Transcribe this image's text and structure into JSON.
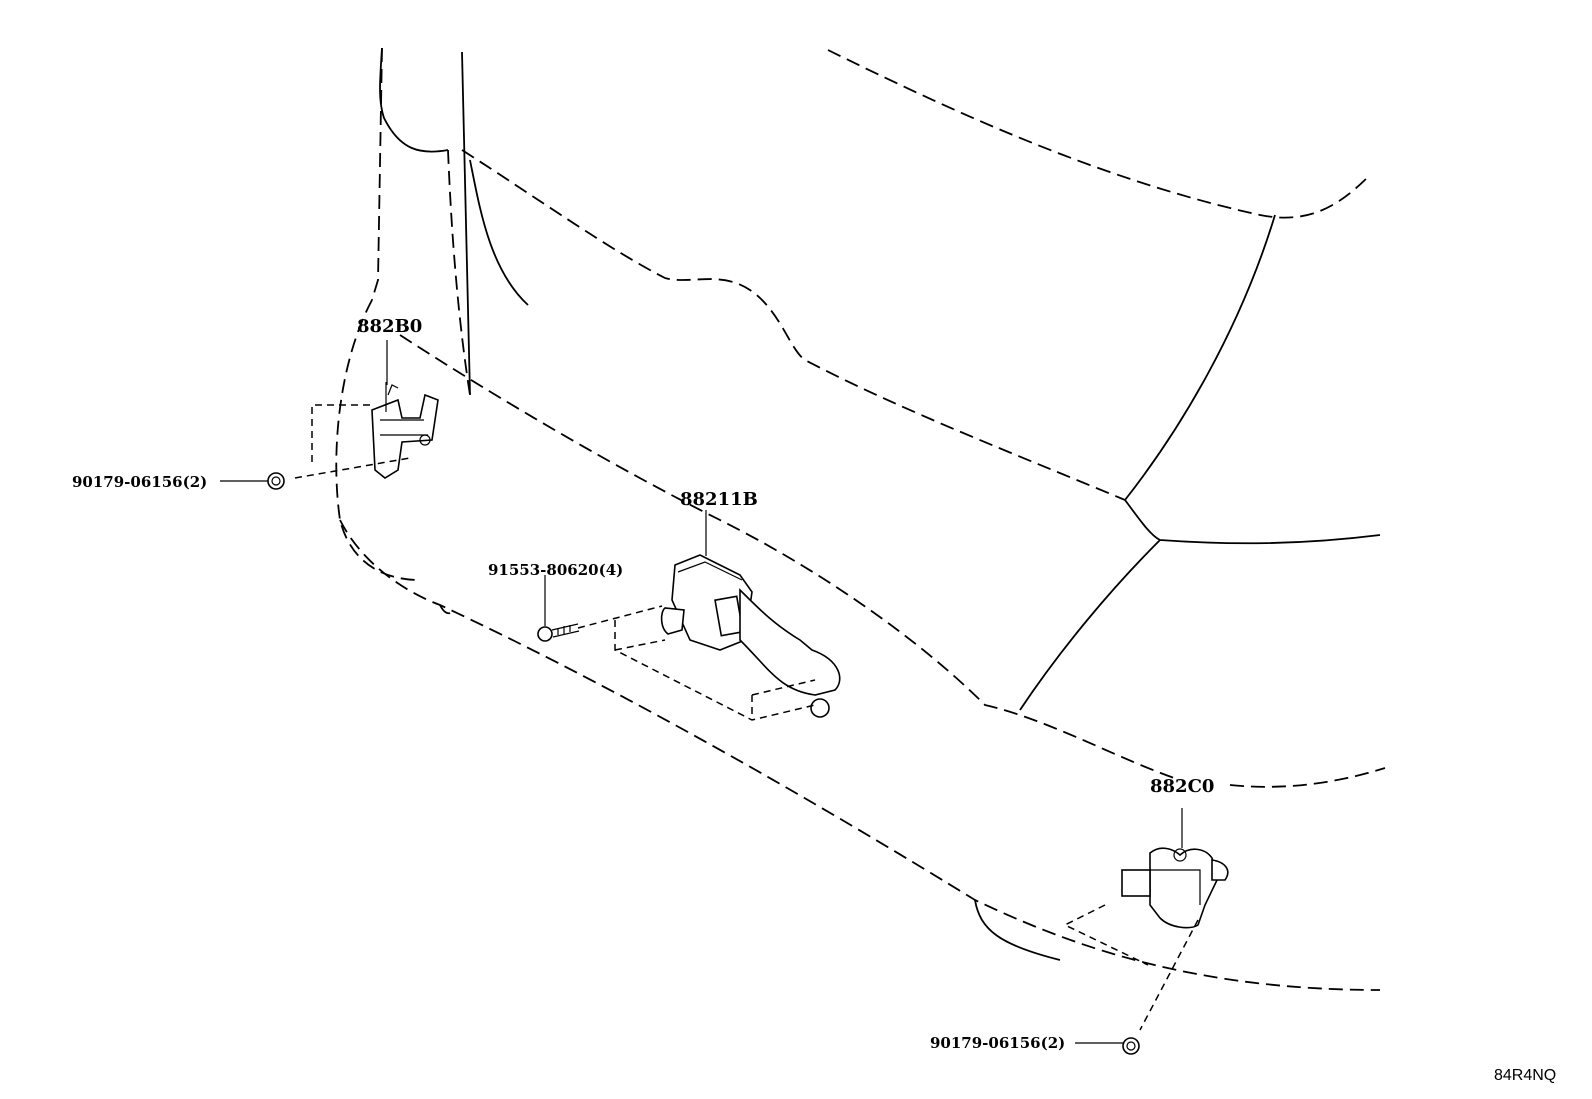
{
  "labels": {
    "part_882b0": "882B0",
    "part_88211b": "88211B",
    "part_882c0": "882C0",
    "bolt_left": "90179-06156(2)",
    "screw_center": "91553-80620(4)",
    "bolt_right": "90179-06156(2)"
  },
  "illustration_code": "84R4NQ"
}
